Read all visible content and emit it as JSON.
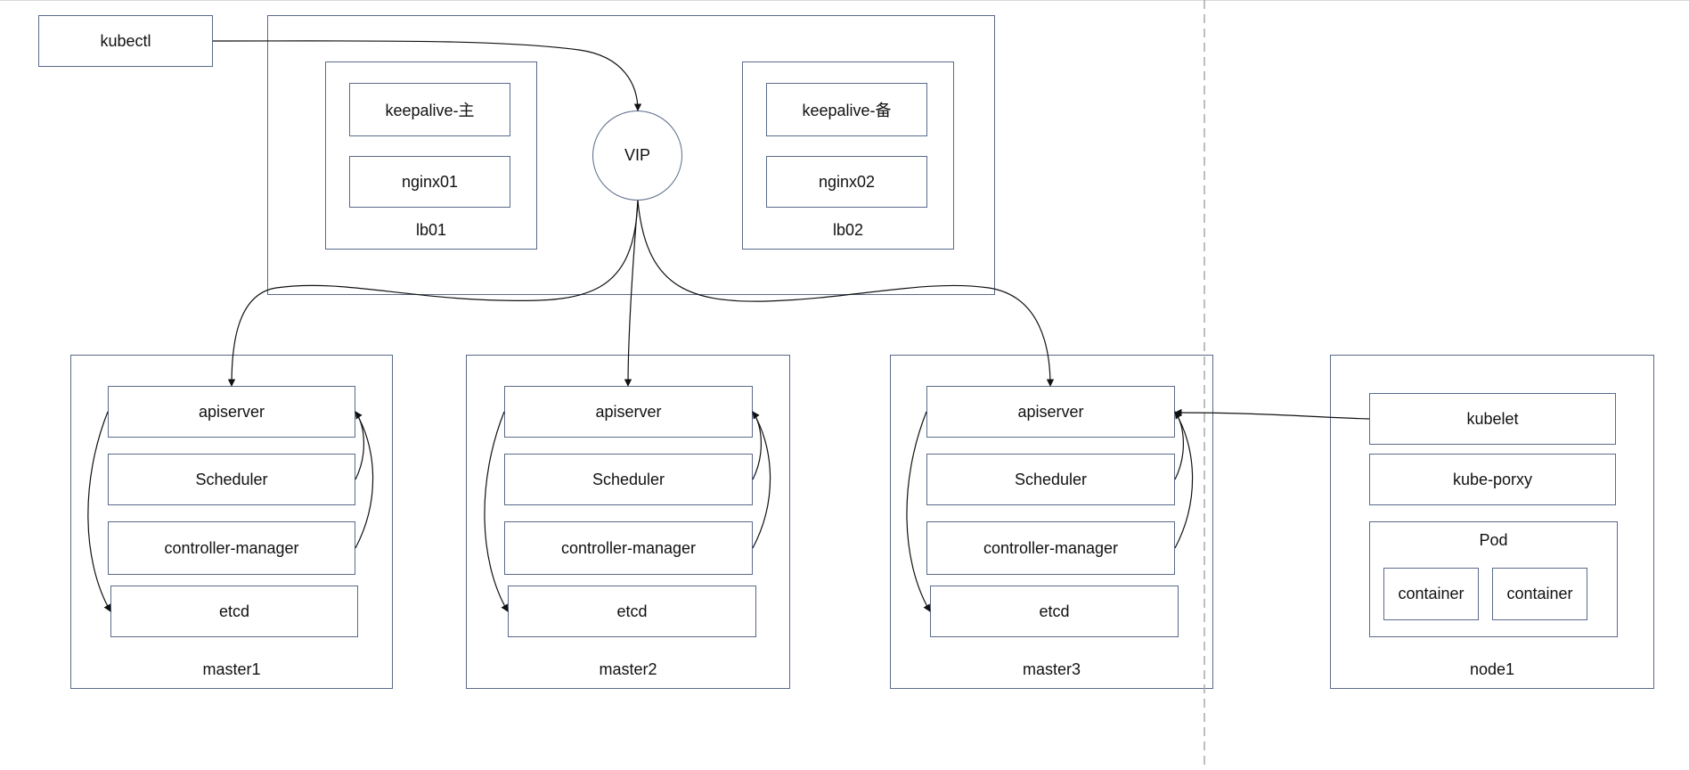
{
  "colors": {
    "stroke": "#5a6a8a",
    "text": "#111111",
    "divider": "#a9a9a9",
    "arrow": "#111111"
  },
  "kubectl": "kubectl",
  "lb": {
    "vip": "VIP",
    "lb01": {
      "title": "lb01",
      "keepalive": "keepalive-主",
      "nginx": "nginx01"
    },
    "lb02": {
      "title": "lb02",
      "keepalive": "keepalive-备",
      "nginx": "nginx02"
    }
  },
  "masters": [
    {
      "title": "master1",
      "apiserver": "apiserver",
      "scheduler": "Scheduler",
      "controller": "controller-manager",
      "etcd": "etcd"
    },
    {
      "title": "master2",
      "apiserver": "apiserver",
      "scheduler": "Scheduler",
      "controller": "controller-manager",
      "etcd": "etcd"
    },
    {
      "title": "master3",
      "apiserver": "apiserver",
      "scheduler": "Scheduler",
      "controller": "controller-manager",
      "etcd": "etcd"
    }
  ],
  "node": {
    "title": "node1",
    "kubelet": "kubelet",
    "kubeproxy": "kube-porxy",
    "pod": {
      "title": "Pod",
      "containers": [
        "container",
        "container"
      ]
    }
  }
}
